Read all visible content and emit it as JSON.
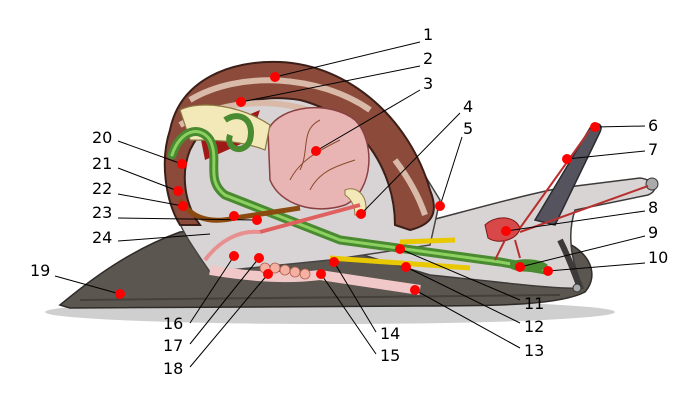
{
  "labels": [
    {
      "num": "1"
    },
    {
      "num": "2"
    },
    {
      "num": "3"
    },
    {
      "num": "4"
    },
    {
      "num": "5"
    },
    {
      "num": "6"
    },
    {
      "num": "7"
    },
    {
      "num": "8"
    },
    {
      "num": "9"
    },
    {
      "num": "10"
    },
    {
      "num": "11"
    },
    {
      "num": "12"
    },
    {
      "num": "13"
    },
    {
      "num": "14"
    },
    {
      "num": "15"
    },
    {
      "num": "16"
    },
    {
      "num": "17"
    },
    {
      "num": "18"
    },
    {
      "num": "19"
    },
    {
      "num": "20"
    },
    {
      "num": "21"
    },
    {
      "num": "22"
    },
    {
      "num": "23"
    },
    {
      "num": "24"
    }
  ],
  "colors": {
    "marker": "#ff0000",
    "shell": "#8b4a3a",
    "foot": "#5c5650",
    "body": "#c8c4c4",
    "gland": "#5aa03a",
    "liver": "#e8b4b4"
  }
}
